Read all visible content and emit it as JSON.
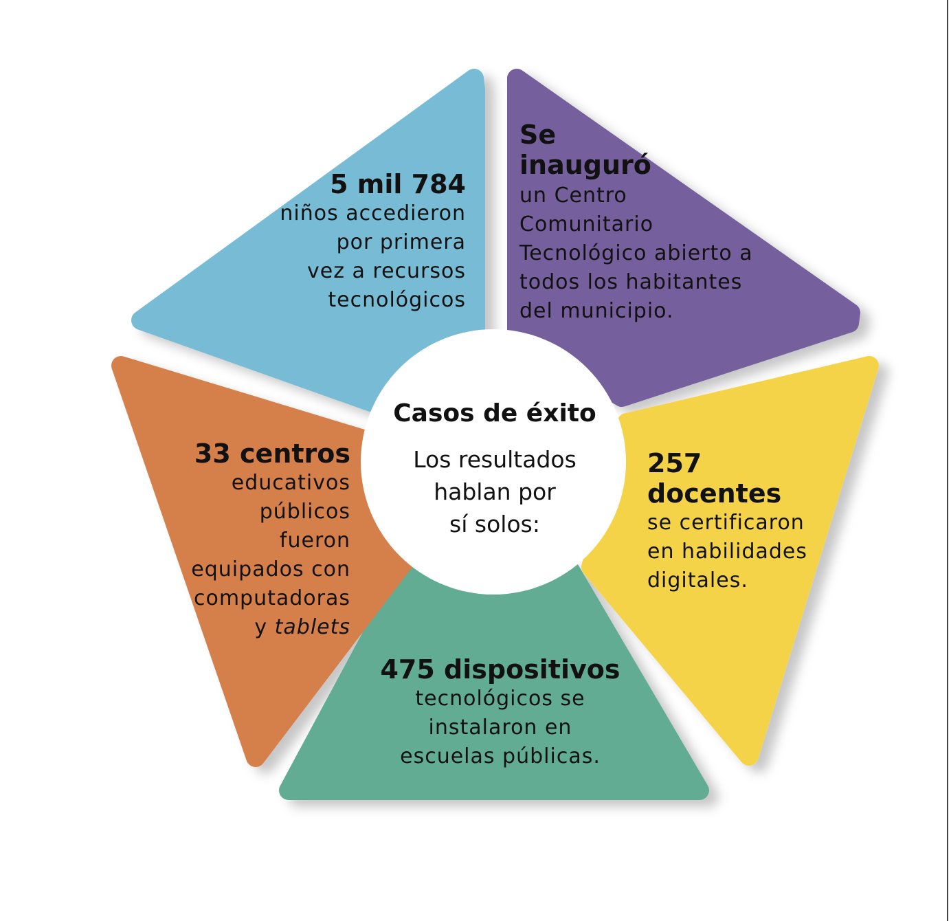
{
  "center": {
    "title": "Casos de éxito",
    "lines": [
      "Los resultados",
      "hablan por",
      "sí solos:"
    ]
  },
  "segments": [
    {
      "id": "blue",
      "color": "#78BBD4",
      "headline": [
        "5 mil 784"
      ],
      "lines": [
        "niños accedieron",
        "por primera",
        "vez a recursos",
        "tecnológicos"
      ]
    },
    {
      "id": "purple",
      "color": "#745E9C",
      "headline": [
        "Se",
        "inauguró"
      ],
      "lines": [
        "un Centro",
        "Comunitario",
        "Tecnológico abierto a",
        "todos los habitantes",
        "del municipio."
      ]
    },
    {
      "id": "yellow",
      "color": "#F5D34A",
      "headline": [
        "257",
        "docentes"
      ],
      "lines": [
        "se certificaron",
        "en habilidades",
        "digitales."
      ]
    },
    {
      "id": "green",
      "color": "#64AC94",
      "headline": [
        "475 dispositivos"
      ],
      "lines": [
        "tecnológicos se",
        "instalaron en",
        "escuelas públicas."
      ]
    },
    {
      "id": "orange",
      "color": "#D5804C",
      "headline": [
        "33 centros"
      ],
      "lines": [
        "educativos",
        "públicos",
        "fueron",
        "equipados con",
        "computadoras"
      ],
      "last_prefix": "y ",
      "last_italic": "tablets"
    }
  ]
}
